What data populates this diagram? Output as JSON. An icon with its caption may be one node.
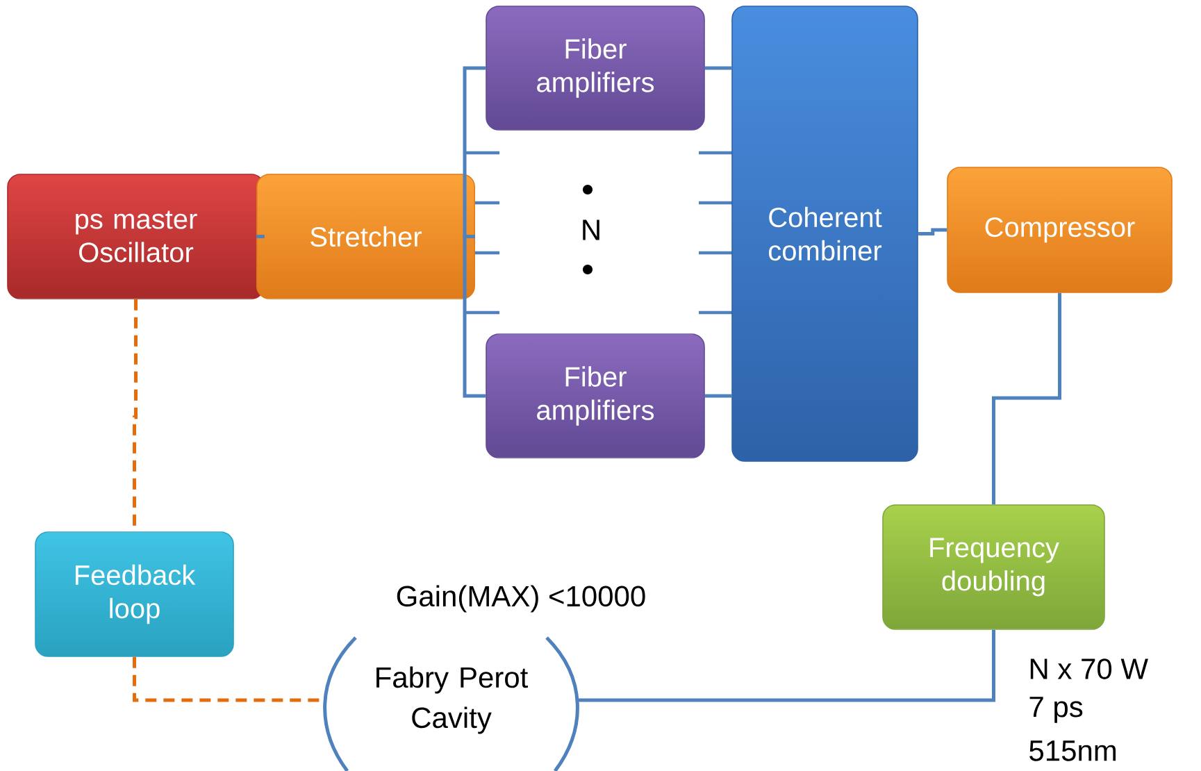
{
  "diagram": {
    "nodes": [
      {
        "text": [
          "ps master Oscillator"
        ]
      },
      {
        "text": [
          "Stretcher"
        ]
      },
      {
        "text": [
          "Fiber amplifiers"
        ]
      },
      {
        "text": [
          "Fiber amplifiers"
        ]
      },
      {
        "text": [
          "Coherent combiner"
        ]
      },
      {
        "text": [
          "Compressor"
        ]
      },
      {
        "text": [
          "Frequency doubling"
        ]
      },
      {
        "text": [
          "Feedback loop"
        ]
      },
      {
        "text": [
          "Fabry Perot Cavity"
        ],
        "beside": [
          "Gain(MAX) <10000"
        ]
      }
    ],
    "edges": [
      {
        "from": 0,
        "to": 1,
        "arrow": "none"
      },
      {
        "from": 1,
        "to": 2,
        "arrow": "none"
      },
      {
        "from": 1,
        "to": 3,
        "arrow": "none"
      },
      {
        "from": 2,
        "to": 4,
        "arrow": "none"
      },
      {
        "from": 3,
        "to": 4,
        "arrow": "none"
      },
      {
        "from": 4,
        "to": 5,
        "arrow": "none"
      },
      {
        "from": 5,
        "to": 6,
        "arrow": "none"
      },
      {
        "from": 6,
        "to": 8,
        "arrow": "none"
      },
      {
        "from": 0,
        "to": 7,
        "arrow": "none",
        "style": "dashed",
        "color": "#e46c0a"
      },
      {
        "from": 7,
        "to": 8,
        "arrow": "none",
        "style": "dashed",
        "color": "#e46c0a"
      }
    ],
    "labels": [
      "N",
      "N x 70 W",
      "7 ps",
      "515nm"
    ]
  }
}
